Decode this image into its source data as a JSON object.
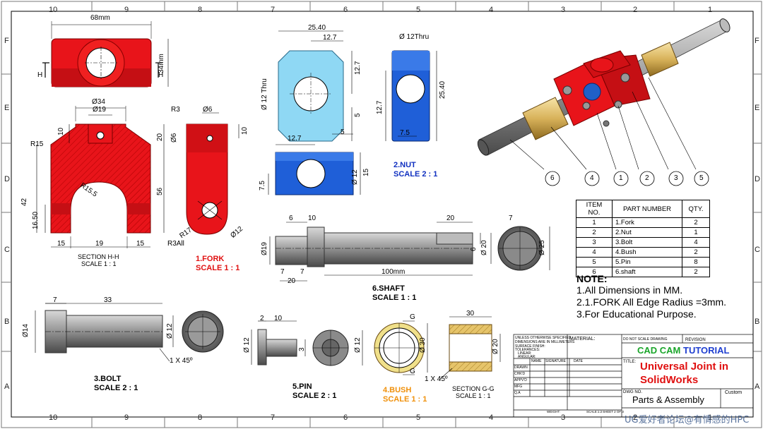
{
  "zones": {
    "top_numbers": [
      "10",
      "9",
      "8",
      "7",
      "6",
      "5",
      "4",
      "3",
      "2",
      "1"
    ],
    "bottom_numbers": [
      "10",
      "9",
      "8",
      "7",
      "6",
      "5",
      "4",
      "3",
      "2",
      "1"
    ],
    "side_letters": [
      "F",
      "E",
      "D",
      "C",
      "B",
      "A"
    ]
  },
  "fork_top": {
    "width": "68mm",
    "height": "34mm",
    "h_label": "H"
  },
  "fork_section": {
    "dia_outer": "Ø34",
    "dia_inner": "Ø19",
    "d10": "10",
    "d20": "20",
    "d56": "56",
    "d42": "42",
    "d1650": "16.50",
    "d15a": "15",
    "d19": "19",
    "d15b": "15",
    "r15": "R15",
    "r155": "R15.5",
    "r3all": "R3All",
    "caption1": "SECTION H-H",
    "caption2": "SCALE 1 : 1"
  },
  "fork_side": {
    "r3": "R3",
    "dia6": "Ø6",
    "dia6b": "Ø6",
    "d10": "10",
    "r17": "R17",
    "dia12": "Ø12",
    "title": "1.FORK",
    "scale": "SCALE 1 : 1"
  },
  "nut": {
    "d2540": "25.40",
    "d127": "12.7",
    "dia12thru_v": "Ø 12 Thru",
    "d127v": "12.7",
    "d5": "5",
    "d5b": "5",
    "dia12thru": "Ø 12Thru",
    "d2540v": "25.40",
    "d127s": "12.7",
    "d75": "7.5",
    "d127b": "12.7",
    "d75b": "7.5",
    "dia12b": "Ø 12",
    "d15": "15",
    "title": "2.NUT",
    "scale": "SCALE 2 : 1"
  },
  "shaft": {
    "d6": "6",
    "d10": "10",
    "d20": "20",
    "d7": "7",
    "dia19": "Ø19",
    "d7b": "7",
    "d7c": "7",
    "d20b": "20",
    "d100": "100mm",
    "d6v": "6",
    "dia20": "Ø 20",
    "dia25": "Ø 25",
    "title": "6.SHAFT",
    "scale": "SCALE 1 : 1"
  },
  "bolt": {
    "d7": "7",
    "d33": "33",
    "dia14": "Ø14",
    "dia12": "Ø 12",
    "chamfer": "1 X 45º",
    "title": "3.BOLT",
    "scale": "SCALE 2 : 1"
  },
  "pin": {
    "d2": "2",
    "d10": "10",
    "dia12": "Ø 12",
    "d3": "3",
    "dia12b": "Ø 12",
    "title": "5.PIN",
    "scale": "SCALE 2 : 1"
  },
  "bush": {
    "g": "G",
    "g2": "G",
    "dia30": "Ø 30",
    "d30": "30",
    "dia20": "Ø 20",
    "chamfer": "1 X 45º",
    "title": "4.BUSH",
    "scale": "SCALE 1 : 1",
    "section1": "SECTION G-G",
    "section2": "SCALE 1 : 1"
  },
  "balloons": [
    "6",
    "4",
    "1",
    "2",
    "3",
    "5"
  ],
  "bom": {
    "headers": [
      "ITEM NO.",
      "PART NUMBER",
      "QTY."
    ],
    "rows": [
      [
        "1",
        "1.Fork",
        "2"
      ],
      [
        "2",
        "2.Nut",
        "1"
      ],
      [
        "3",
        "3.Bolt",
        "4"
      ],
      [
        "4",
        "4.Bush",
        "2"
      ],
      [
        "5",
        "5.Pin",
        "8"
      ],
      [
        "6",
        "6.shaft",
        "2"
      ]
    ]
  },
  "notes": {
    "title": "NOTE:",
    "lines": [
      "1.All Dimensions in MM.",
      "2.1.FORK All Edge Radius =3mm.",
      "3.For Educational Purpose."
    ]
  },
  "title_block": {
    "unless": "UNLESS OTHERWISE SPECIFIED:",
    "dims": "DIMENSIONS ARE IN MILLIMETERS",
    "surface": "SURFACE FINISH:",
    "tol": "TOLERANCES:",
    "linear": "LINEAR:",
    "angular": "ANGULAR:",
    "material": "MATERIAL:",
    "do_not_scale": "DO NOT SCALE DRAWING",
    "revision": "REVISION",
    "brand": "CAD CAM TUTORIAL",
    "brand_green": "CAD CAM",
    "brand_blue": "TUTORIAL",
    "title_label": "TITLE:",
    "title1": "Universal Joint in",
    "title2": "SolidWorks",
    "dwg_label": "DWG NO.",
    "dwg": "Parts & Assembly",
    "custom": "Custom",
    "name": "NAME",
    "signature": "SIGNATURE",
    "date": "DATE",
    "rows": [
      "DRAWN",
      "CHK'D",
      "APPV'D",
      "MFG",
      "Q.A"
    ],
    "weight": "WEIGHT:",
    "scale": "SCALE:1:2",
    "sheet": "SHEET 2 OF 3"
  },
  "watermark": "UG爱好者论坛@有情感的HPC",
  "colors": {
    "red": "#e8141a",
    "cyan": "#8fd8f4",
    "blue": "#1f5fd8",
    "brass": "#e2c37a",
    "steel": "#8f8f8f"
  }
}
